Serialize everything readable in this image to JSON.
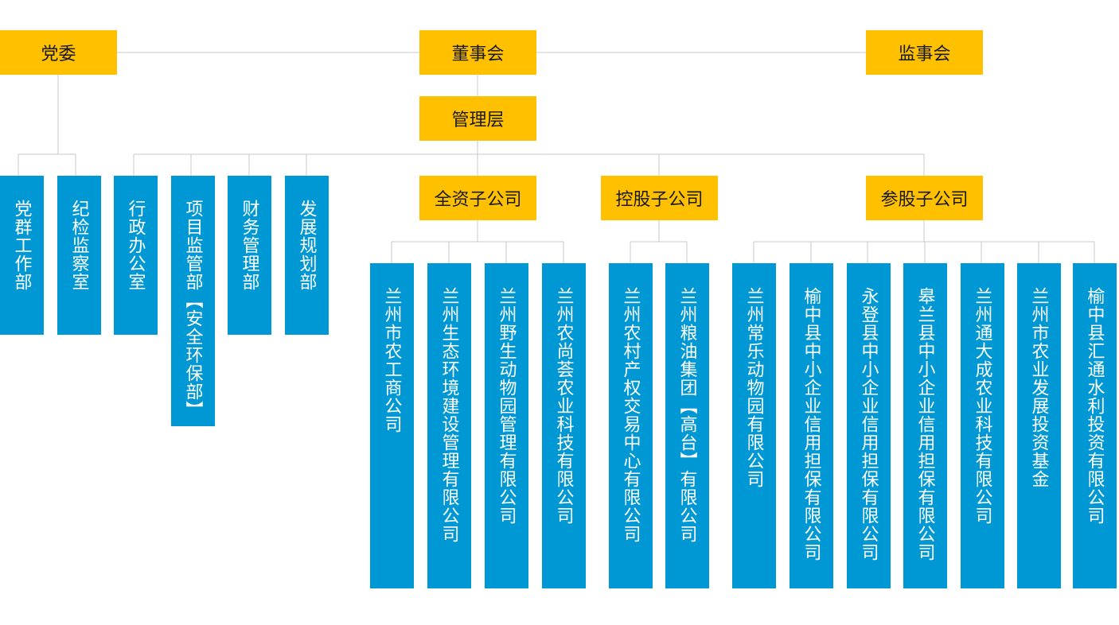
{
  "top": {
    "party": "党委",
    "board": "董事会",
    "supervisors": "监事会",
    "management": "管理层"
  },
  "departments": [
    "党群工作部",
    "纪检监察室",
    "行政办公室",
    "项目监管部【安全环保部】",
    "财务管理部",
    "发展规划部"
  ],
  "groups": {
    "wholly_owned": {
      "label": "全资子公司",
      "companies": [
        "兰州市农工商公司",
        "兰州生态环境建设管理有限公司",
        "兰州野生动物园管理有限公司",
        "兰州农尚荟农业科技有限公司"
      ]
    },
    "holding": {
      "label": "控股子公司",
      "companies": [
        "兰州农村产权交易中心有限公司",
        "兰州粮油集团【高台】有限公司"
      ]
    },
    "participating": {
      "label": "参股子公司",
      "companies": [
        "兰州常乐动物园有限公司",
        "榆中县中小企业信用担保有限公司",
        "永登县中小企业信用担保有限公司",
        "皋兰县中小企业信用担保有限公司",
        "兰州通大成农业科技有限公司",
        "兰州市农业发展投资基金",
        "榆中县汇通水利投资有限公司"
      ]
    }
  },
  "colors": {
    "top_box": "#ffc000",
    "unit_box": "#0098d4",
    "connector": "#c8c8c8"
  }
}
